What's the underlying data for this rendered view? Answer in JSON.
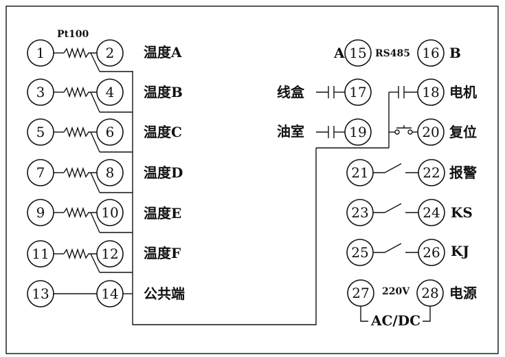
{
  "terminals": [
    "1",
    "2",
    "3",
    "4",
    "5",
    "6",
    "7",
    "8",
    "9",
    "10",
    "11",
    "12",
    "13",
    "14",
    "15",
    "16",
    "17",
    "18",
    "19",
    "20",
    "21",
    "22",
    "23",
    "24",
    "25",
    "26",
    "27",
    "28"
  ],
  "labels": {
    "pt100": "Pt100",
    "temp_a": "温度A",
    "temp_b": "温度B",
    "temp_c": "温度C",
    "temp_d": "温度D",
    "temp_e": "温度E",
    "temp_f": "温度F",
    "common": "公共端",
    "a": "A",
    "rs485": "RS485",
    "b": "B",
    "line_box": "线盒",
    "motor": "电机",
    "oil_room": "油室",
    "reset": "复位",
    "alarm": "报警",
    "ks": "KS",
    "kj": "KJ",
    "v220": "220V",
    "power": "电源",
    "acdc": "AC/DC"
  }
}
